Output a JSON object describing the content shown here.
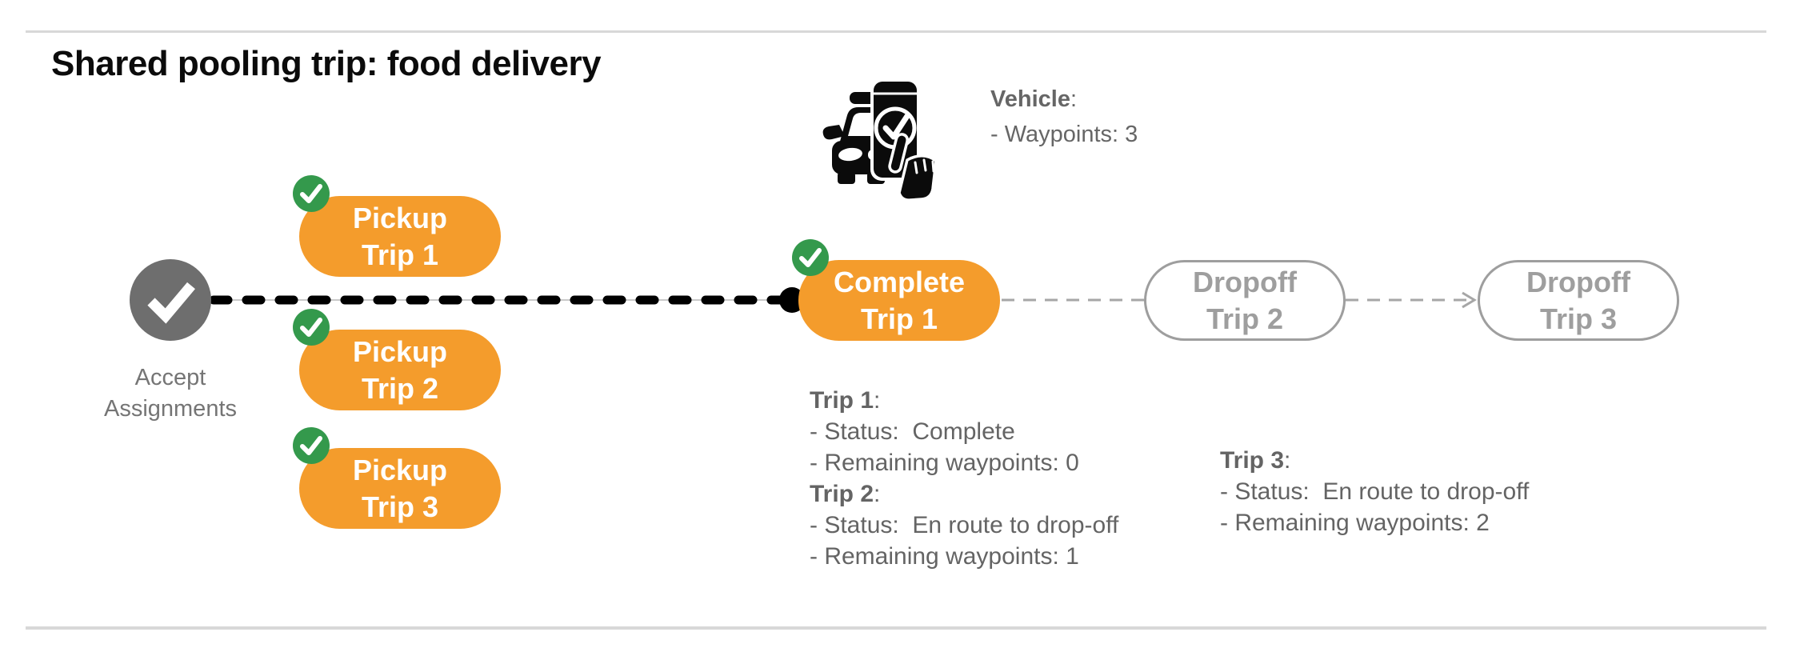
{
  "title": "Shared pooling trip: food delivery",
  "vehicle": {
    "icon": "car-phone-check-icon",
    "label": "Vehicle",
    "colon": ":",
    "waypoints": "- Waypoints: 3"
  },
  "flow": {
    "accept": {
      "line1": "Accept",
      "line2": "Assignments"
    },
    "pickups": [
      {
        "line1": "Pickup",
        "line2": "Trip 1"
      },
      {
        "line1": "Pickup",
        "line2": "Trip 2"
      },
      {
        "line1": "Pickup",
        "line2": "Trip 3"
      }
    ],
    "complete": {
      "line1": "Complete",
      "line2": "Trip 1"
    },
    "dropoffs": [
      {
        "line1": "Dropoff",
        "line2": "Trip 2"
      },
      {
        "line1": "Dropoff",
        "line2": "Trip 3"
      }
    ]
  },
  "status": {
    "left": [
      {
        "label": "Trip 1",
        "colon": ":",
        "details": [
          "- Status:  Complete",
          "- Remaining waypoints: 0"
        ]
      },
      {
        "label": "Trip 2",
        "colon": ":",
        "details": [
          "- Status:  En route to drop-off",
          "- Remaining waypoints: 1"
        ]
      }
    ],
    "right": [
      {
        "label": "Trip 3",
        "colon": ":",
        "details": [
          "- Status:  En route to drop-off",
          "- Remaining waypoints: 2"
        ]
      }
    ]
  },
  "colors": {
    "orange": "#F49C2C",
    "green": "#34994C",
    "node_gray": "#6E6E6E",
    "text_gray": "#646464",
    "muted_gray": "#9E9E9E",
    "rule_gray": "#D8D8D8",
    "black": "#000000",
    "white": "#FFFFFF"
  }
}
